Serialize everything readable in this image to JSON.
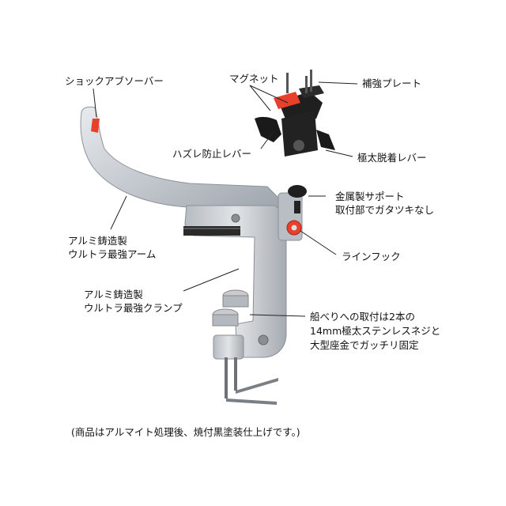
{
  "labels": {
    "shock_absorber": "ショックアブソーバー",
    "magnet": "マグネット",
    "reinforce_plate": "補強プレート",
    "anti_slip_lever": "ハズレ防止レバー",
    "thick_release_lever": "極太脱着レバー",
    "metal_support_1": "金属製サポート",
    "metal_support_2": "取付部でガタツキなし",
    "arm_1": "アルミ鋳造製",
    "arm_2": "ウルトラ最強アーム",
    "line_hook": "ラインフック",
    "clamp_1": "アルミ鋳造製",
    "clamp_2": "ウルトラ最強クランプ",
    "mount_1": "船べりへの取付は2本の",
    "mount_2": "14mm極太ステンレスネジと",
    "mount_3": "大型座金でガッチリ固定",
    "note": "(商品はアルマイト処理後、焼付黒塗装仕上げです。)"
  },
  "colors": {
    "aluminum": "#c9cdd3",
    "accent_red": "#e8402a",
    "black": "#1a1a1a"
  }
}
